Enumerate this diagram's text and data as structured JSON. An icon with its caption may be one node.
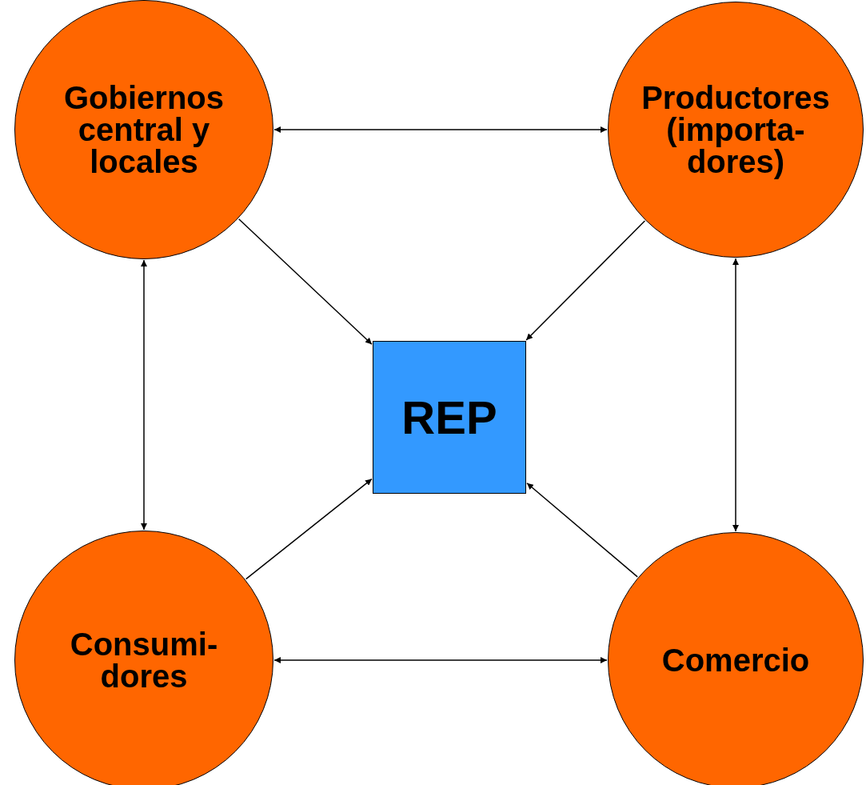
{
  "diagram": {
    "nodes": [
      {
        "text": [
          "Gobiernos central y locales"
        ]
      },
      {
        "text": [
          "Productores (importa- dores)"
        ]
      },
      {
        "text": [
          "REP"
        ]
      },
      {
        "text": [
          "Consumi- dores"
        ]
      },
      {
        "text": [
          "Comercio"
        ]
      }
    ],
    "edges": [
      {
        "from": 0,
        "to": 1,
        "arrow": "both"
      },
      {
        "from": 0,
        "to": 2,
        "arrow": "to"
      },
      {
        "from": 1,
        "to": 2,
        "arrow": "to"
      },
      {
        "from": 0,
        "to": 3,
        "arrow": "both"
      },
      {
        "from": 1,
        "to": 4,
        "arrow": "both"
      },
      {
        "from": 3,
        "to": 2,
        "arrow": "to"
      },
      {
        "from": 4,
        "to": 2,
        "arrow": "to"
      },
      {
        "from": 3,
        "to": 4,
        "arrow": "both"
      }
    ]
  }
}
